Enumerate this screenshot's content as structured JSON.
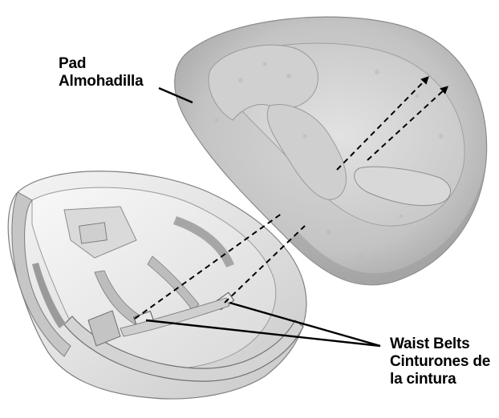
{
  "labels": {
    "pad": {
      "en": "Pad",
      "es": "Almohadilla"
    },
    "waist_belts": {
      "en": "Waist Belts",
      "es_line1": "Cinturones de",
      "es_line2": "la cintura"
    }
  },
  "colors": {
    "pad_fill": "#c9c9c9",
    "pad_dark": "#a8a8a8",
    "seat_fill": "#e6e6e6",
    "seat_shadow": "#b5b5b5",
    "line": "#000000"
  },
  "icons": {
    "arrow": "dashed-arrow",
    "leader": "leader-line"
  }
}
